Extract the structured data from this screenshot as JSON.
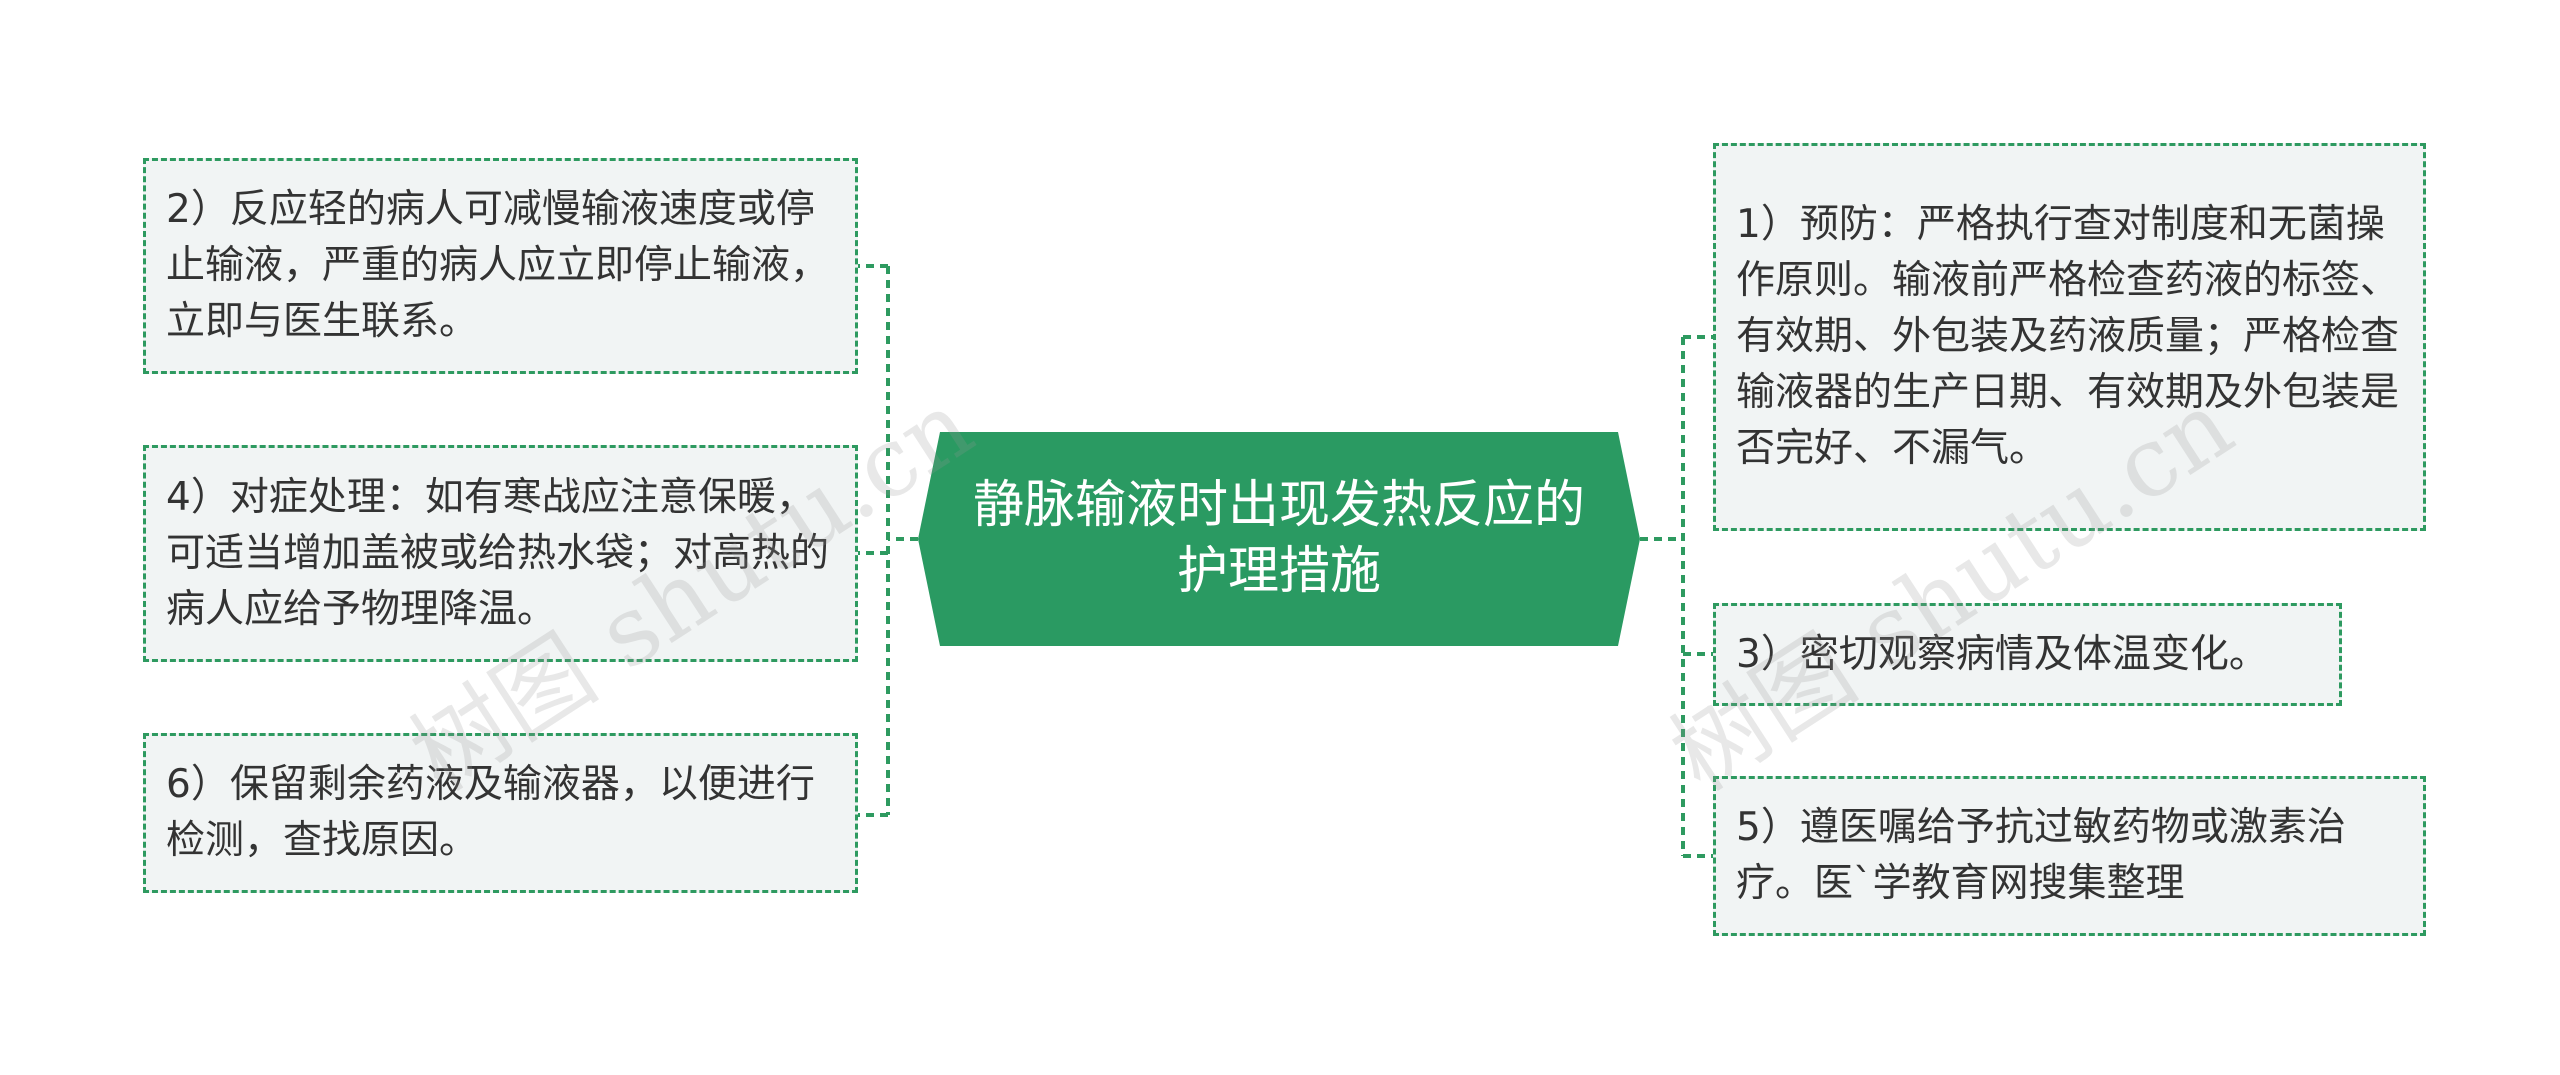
{
  "central_topic": {
    "text": "静脉输液时出现发热反应的护理措施",
    "color": "#2a9a62"
  },
  "left_nodes": [
    {
      "text": "2）反应轻的病人可减慢输液速度或停止输液，严重的病人应立即停止输液，立即与医生联系。"
    },
    {
      "text": "4）对症处理：如有寒战应注意保暖，可适当增加盖被或给热水袋；对高热的病人应给予物理降温。"
    },
    {
      "text": "6）保留剩余药液及输液器，以便进行检测，查找原因。"
    }
  ],
  "right_nodes": [
    {
      "text": "1）预防：严格执行查对制度和无菌操作原则。输液前严格检查药液的标签、有效期、外包装及药液质量；严格检查输液器的生产日期、有效期及外包装是否完好、不漏气。"
    },
    {
      "text": "3）密切观察病情及体温变化。"
    },
    {
      "text": "5）遵医嘱给予抗过敏药物或激素治疗。医`学教育网搜集整理"
    }
  ],
  "watermarks": [
    "树图 shutu.cn",
    "树图 shutu.cn"
  ],
  "colors": {
    "accent": "#2a9a62",
    "node_border": "#2e9a60",
    "node_fill": "#f1f4f4",
    "node_text": "#333333",
    "central_text": "#ffffff"
  }
}
